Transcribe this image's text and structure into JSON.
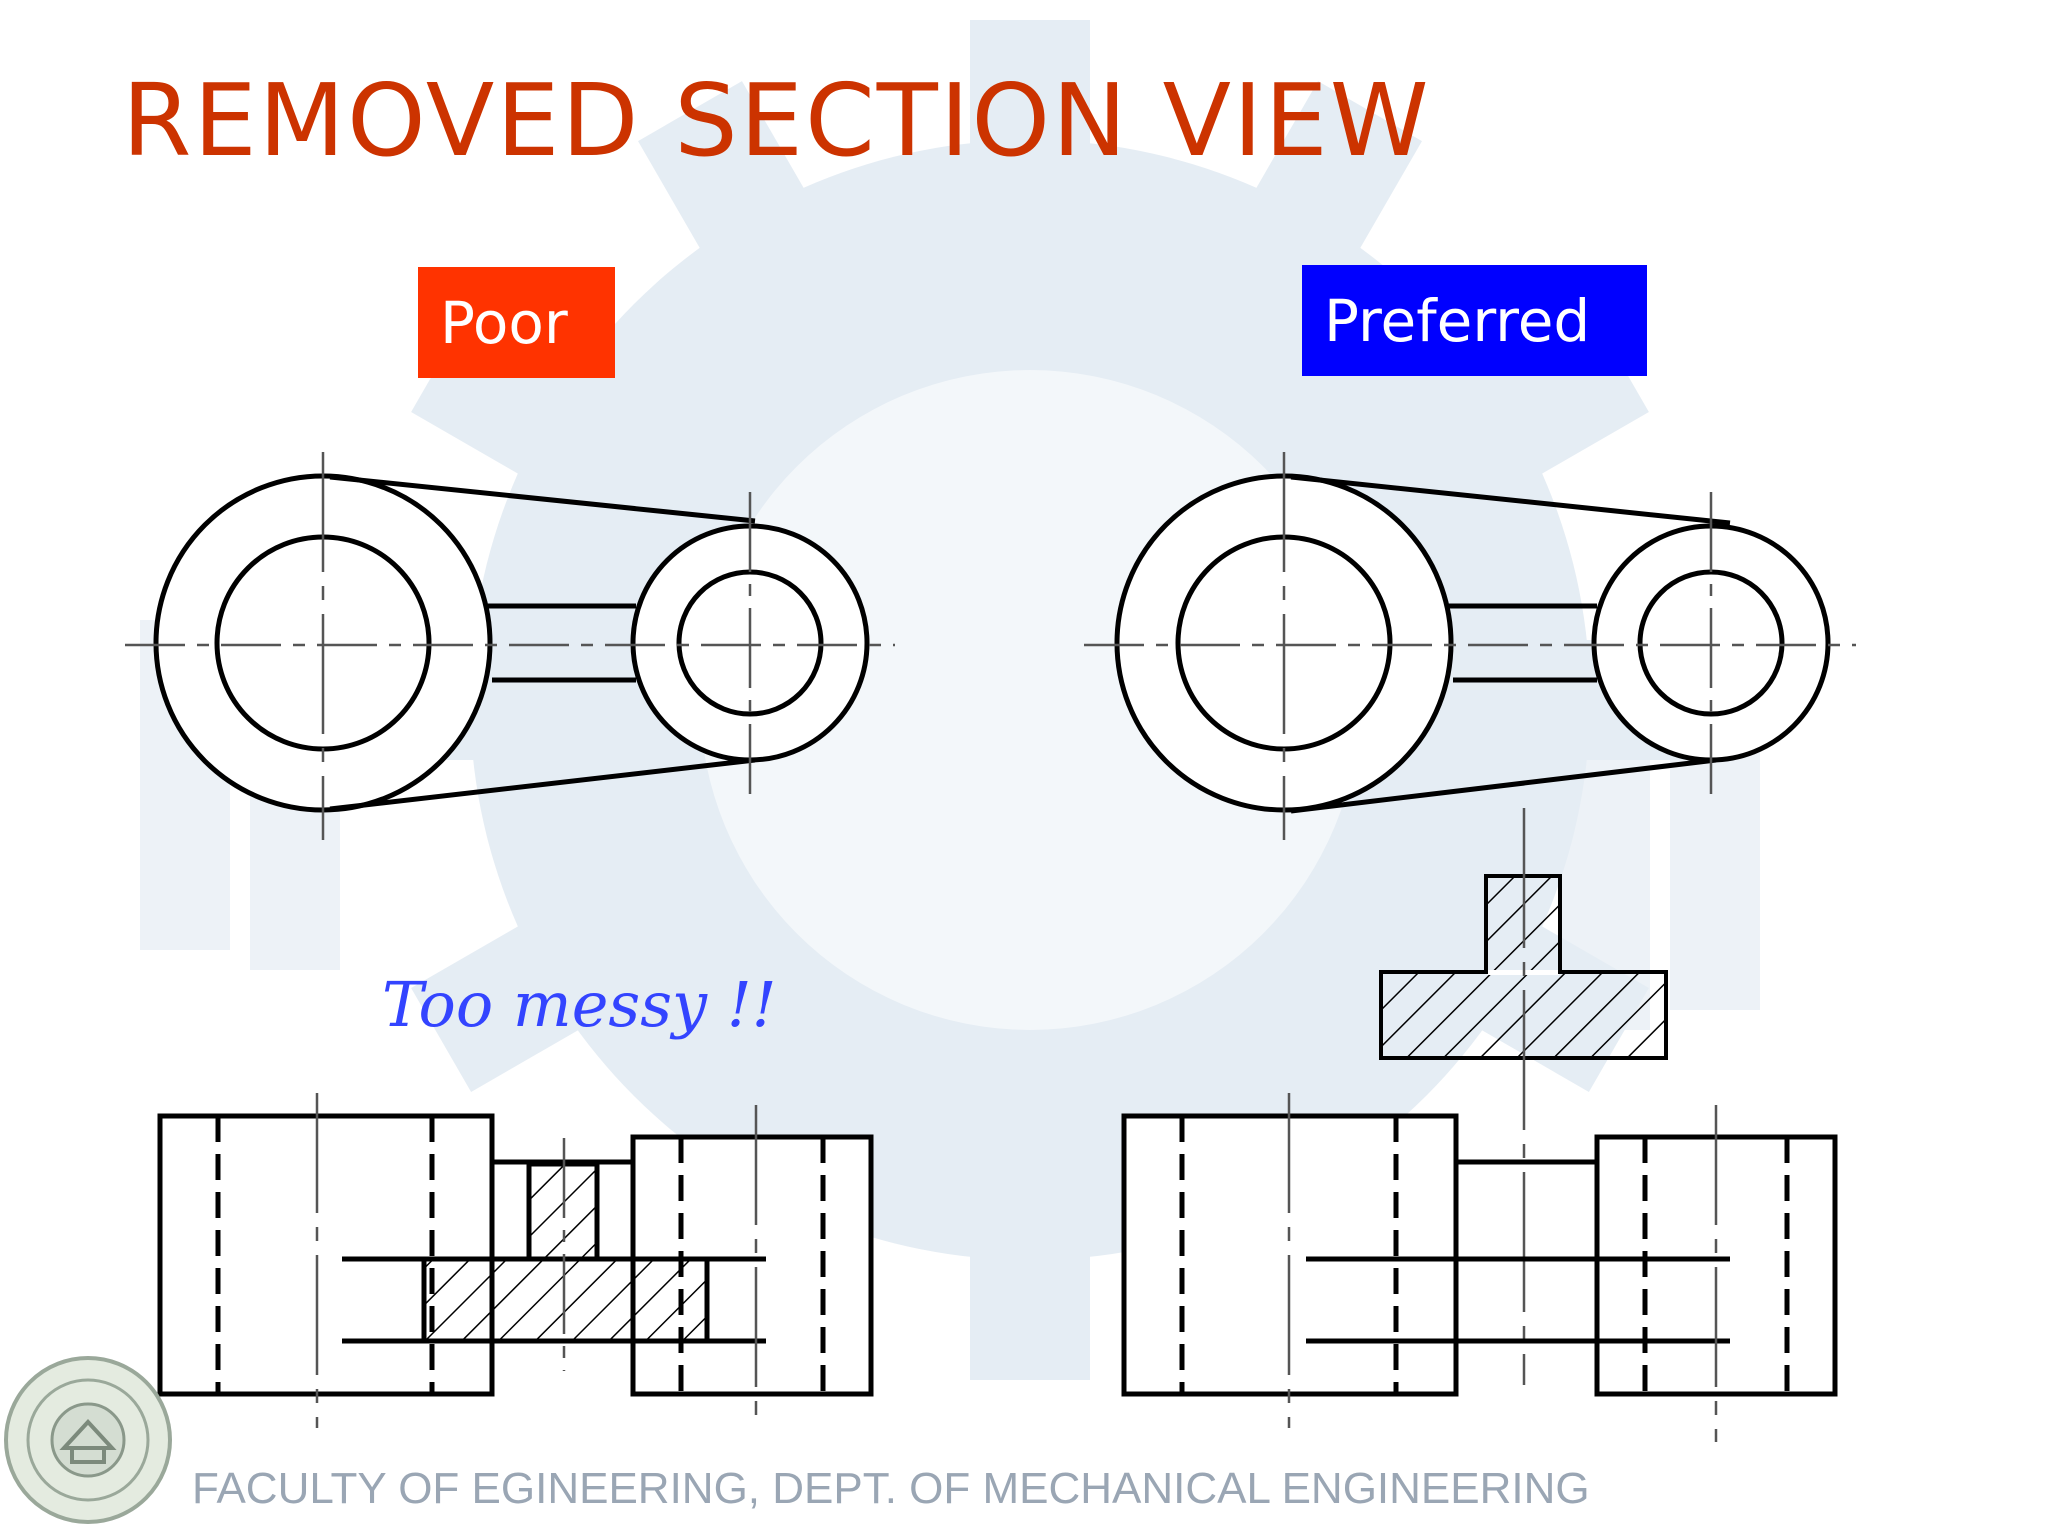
{
  "slide": {
    "title": "REMOVED  SECTION  VIEW",
    "title_color": "#cc3300"
  },
  "labels": {
    "poor": "Poor",
    "poor_color": "#ff3300",
    "preferred": "Preferred",
    "preferred_color": "#0000ff",
    "note": "Too messy !!",
    "note_color": "#3344ff"
  },
  "footer": {
    "text": "FACULTY  OF EGINEERING, DEPT. OF MECHANICAL ENGINEERING"
  },
  "icons": {
    "watermark": "gear-watermark-icon",
    "seal": "university-seal-icon"
  }
}
